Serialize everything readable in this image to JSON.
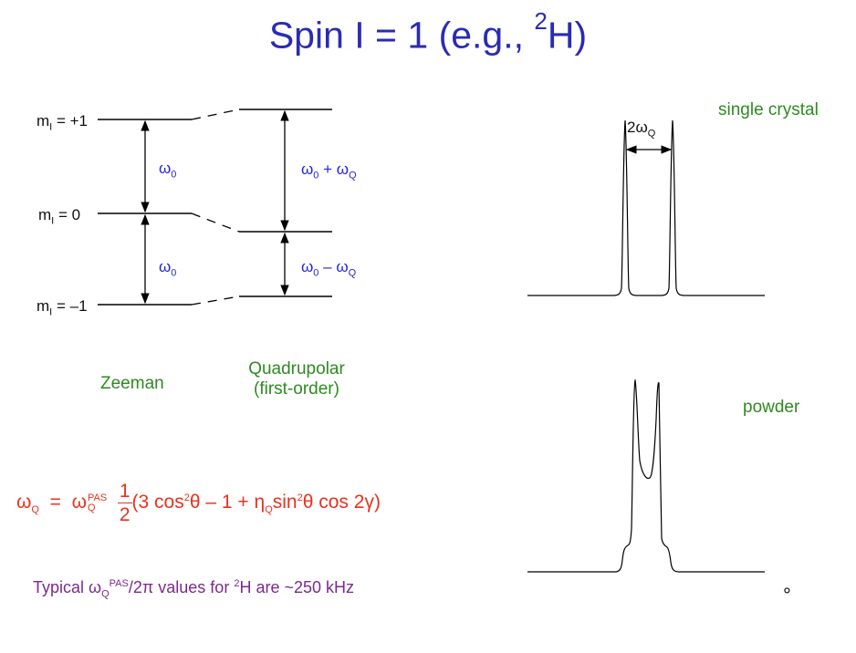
{
  "title": {
    "main": "Spin I = 1 (e.g., ",
    "sup": "2",
    "end": "H)"
  },
  "levels": [
    {
      "prefix": "m",
      "sub": "I",
      "value": " = +1"
    },
    {
      "prefix": "m",
      "sub": "I",
      "value": " = 0"
    },
    {
      "prefix": "m",
      "sub": "I",
      "value": " = –1"
    }
  ],
  "zeeman_gaps": [
    {
      "symbol": "ω",
      "sub": "0"
    },
    {
      "symbol": "ω",
      "sub": "0"
    }
  ],
  "quad_gaps": [
    {
      "a": "ω",
      "a_sub": "0",
      "op": " + ",
      "b": "ω",
      "b_sub": "Q"
    },
    {
      "a": "ω",
      "a_sub": "0",
      "op": " – ",
      "b": "ω",
      "b_sub": "Q"
    }
  ],
  "labels": {
    "zeeman": "Zeeman",
    "quadrupolar_line1": "Quadrupolar",
    "quadrupolar_line2": "(first-order)",
    "single_crystal": "single crystal",
    "powder": "powder",
    "splitting_prefix": "2ω",
    "splitting_sub": "Q",
    "corner_mark": "°"
  },
  "formula": {
    "lhs": "ω",
    "lhs_sub": "Q",
    "eq": "  =  ",
    "pas": "ω",
    "pas_sup": "PAS",
    "pas_sub": "Q",
    "num": "1",
    "den": "2",
    "t1": "(3 cos",
    "t1_sup": "2",
    "t2": "θ – 1 + η",
    "t2_sub": "Q",
    "t3": "sin",
    "t3_sup": "2",
    "t4": "θ cos 2γ)"
  },
  "typical": {
    "a": "Typical ω",
    "a_sub": "Q",
    "a_sup": "PAS",
    "b": "/2π values for ",
    "b_sup": "2",
    "c": "H are ~250 kHz"
  },
  "colors": {
    "title": "#2a2bb5",
    "omega": "#2525d8",
    "label_green": "#2d8a1f",
    "formula_red": "#e8321e",
    "typical_purple": "#7b2a8e"
  }
}
